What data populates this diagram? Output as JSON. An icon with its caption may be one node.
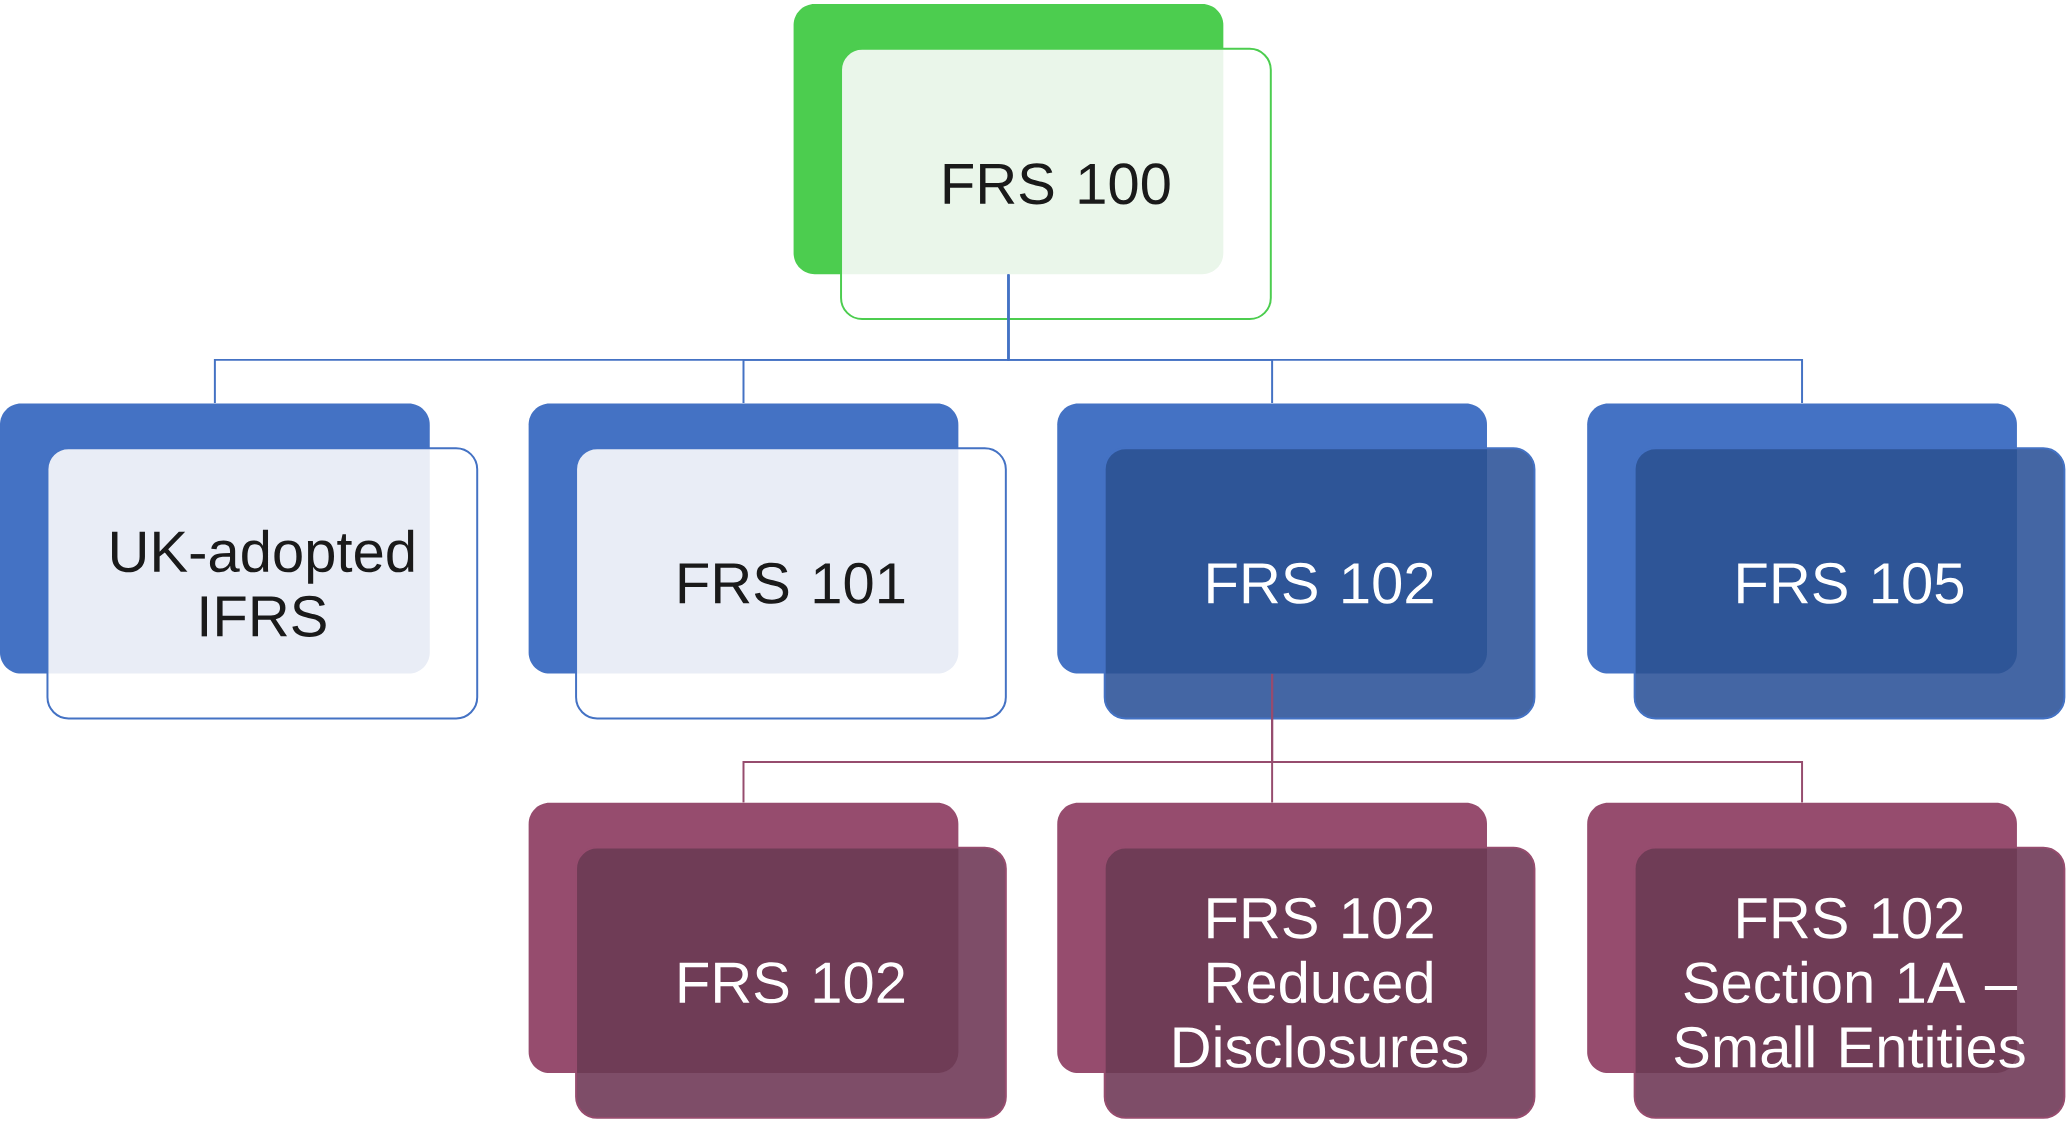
{
  "diagram": {
    "nodes": [
      {
        "text": [
          "FRS 100"
        ]
      },
      {
        "text": [
          "UK-adopted IFRS"
        ]
      },
      {
        "text": [
          "FRS 101"
        ]
      },
      {
        "text": [
          "FRS 102"
        ]
      },
      {
        "text": [
          "FRS 105"
        ]
      },
      {
        "text": [
          "FRS 102"
        ]
      },
      {
        "text": [
          "FRS 102 Reduced Disclosures"
        ]
      },
      {
        "text": [
          "FRS 102 Section 1A – Small Entities"
        ]
      }
    ],
    "edges": [
      {
        "from": 0,
        "to": 1,
        "arrow": "none"
      },
      {
        "from": 0,
        "to": 2,
        "arrow": "none"
      },
      {
        "from": 0,
        "to": 3,
        "arrow": "none"
      },
      {
        "from": 0,
        "to": 4,
        "arrow": "none"
      },
      {
        "from": 3,
        "to": 5,
        "arrow": "none",
        "color": "#964c6e"
      },
      {
        "from": 3,
        "to": 6,
        "arrow": "none",
        "color": "#964c6e"
      },
      {
        "from": 3,
        "to": 7,
        "arrow": "none",
        "color": "#964c6e"
      }
    ]
  }
}
